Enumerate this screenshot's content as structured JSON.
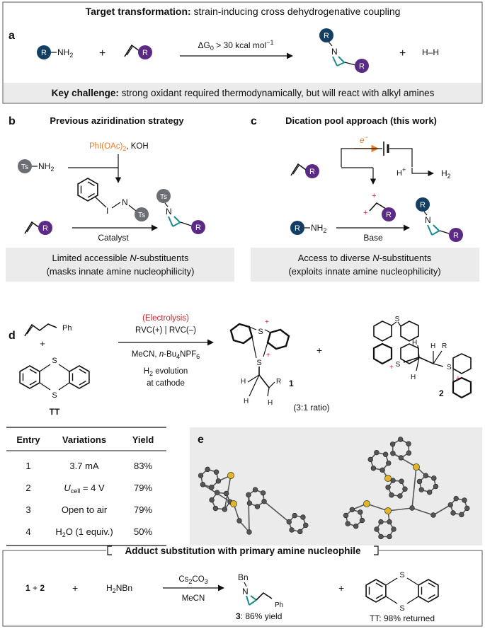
{
  "colors": {
    "navy": "#123f63",
    "purple": "#5b2a86",
    "ts_gray": "#6b6f73",
    "orange": "#e57d27",
    "red": "#c8262d",
    "teal": "#1b8b8f",
    "panel_gray": "#ebebeb"
  },
  "top": {
    "title_bold": "Target transformation:",
    "title_rest": " strain-inducing cross dehydrogenative coupling",
    "panel_label": "a",
    "r": "R",
    "nh": "NH",
    "two": "2",
    "n": "N",
    "h_h": "H–H",
    "plus": "+",
    "dg": "ΔG",
    "dg_sub": "0",
    "dg_rest": " > 30 kcal mol",
    "dg_sup": "−1",
    "challenge_bold": "Key challenge:",
    "challenge_rest": " strong oxidant required thermodynamically, but will react with alkyl amines"
  },
  "panel_b": {
    "label": "b",
    "title": "Previous aziridination strategy",
    "ts": "Ts",
    "oxidant": "PhI(OAc)",
    "oxidant_sub": "2",
    "base": ", KOH",
    "iodine": "I",
    "n": "N",
    "catalyst": "Catalyst",
    "note_1_pre": "Limited accessible ",
    "note_1_n": "N",
    "note_1_post": "-substituents",
    "note_2": "(masks innate amine nucleophilicity)"
  },
  "panel_c": {
    "label": "c",
    "title": "Dication pool approach (this work)",
    "electron": "e",
    "electron_sup": "−",
    "h_plus": "H",
    "h_plus_sup": "+",
    "h2": "H",
    "h2_sub": "2",
    "base": "Base",
    "note_1_pre": "Access to diverse ",
    "note_1_n": "N",
    "note_1_post": "-substituents",
    "note_2": "(exploits innate amine nucleophilicity)"
  },
  "panel_d": {
    "label": "d",
    "ph": "Ph",
    "tt": "TT",
    "s": "S",
    "h": "H",
    "r": "R",
    "electrolysis": "(Electrolysis)",
    "rvc": "RVC(+) | RVC(–)",
    "solvent_pre": "MeCN, ",
    "solvent_n": "n",
    "solvent_post": "-Bu",
    "solvent_sub4": "4",
    "solvent_npf": "NPF",
    "solvent_sub6": "6",
    "h2_pre": "H",
    "h2_sub": "2",
    "h2_post": " evolution",
    "at_cathode": "at cathode",
    "compound_1": "1",
    "compound_2": "2",
    "ratio": "(3:1 ratio)",
    "plus": "+"
  },
  "table": {
    "headers": [
      "Entry",
      "Variations",
      "Yield"
    ],
    "rows": [
      {
        "entry": "1",
        "variation": "3.7 mA",
        "yield": "83%"
      },
      {
        "entry": "2",
        "variation_u": "U",
        "variation_sub": "cell",
        "variation_rest": " = 4 V",
        "yield": "79%"
      },
      {
        "entry": "3",
        "variation": "Open to air",
        "yield": "79%"
      },
      {
        "entry": "4",
        "variation_pre": "H",
        "variation_sub": "2",
        "variation_rest": "O (1 equiv.)",
        "yield": "50%"
      }
    ]
  },
  "panel_e": {
    "label": "e"
  },
  "bottom": {
    "title": "Adduct substitution with primary amine nucleophile",
    "reactants_1": "1",
    "reactants_plus": " + ",
    "reactants_2": "2",
    "plus": "+",
    "amine": "H",
    "amine_sub": "2",
    "amine_rest": "NBn",
    "reagent_pre": "Cs",
    "reagent_sub1": "2",
    "reagent_mid": "CO",
    "reagent_sub2": "3",
    "solvent": "MeCN",
    "bn": "Bn",
    "n": "N",
    "ph": "Ph",
    "s": "S",
    "yield_num": "3",
    "yield_rest": ": 86% yield",
    "tt_returned": "TT: 98% returned"
  }
}
